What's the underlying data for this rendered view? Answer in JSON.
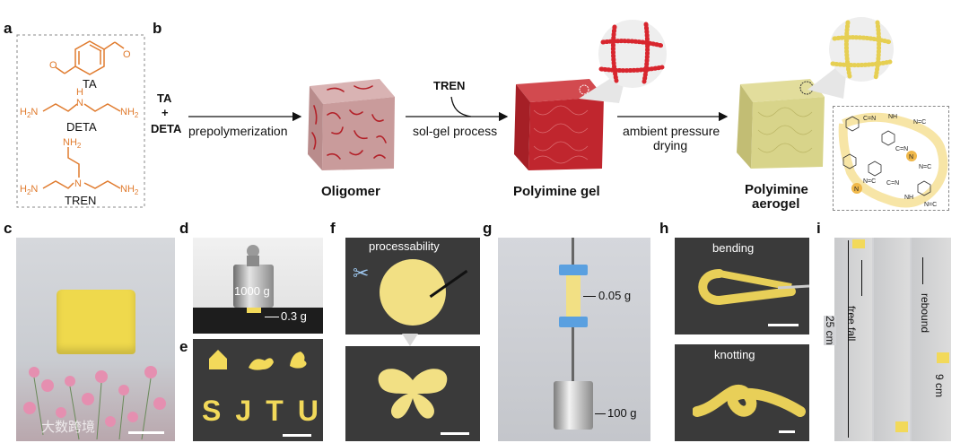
{
  "colors": {
    "orange": "#e07b2e",
    "gel_red": "#c8232b",
    "aerogel_yellow": "#e8df8e",
    "photo_dark": "#3a3a3a",
    "sample_yellow": "#f2d95a"
  },
  "panel_labels": {
    "a": "a",
    "b": "b",
    "c": "c",
    "d": "d",
    "e": "e",
    "f": "f",
    "g": "g",
    "h": "h",
    "i": "i"
  },
  "panel_a": {
    "ta": "TA",
    "deta": "DETA",
    "tren": "TREN",
    "nh2": "NH",
    "sub2": "2",
    "h2n": "H",
    "n": "N",
    "h": "H",
    "o": "O"
  },
  "panel_b": {
    "reactants_ta": "TA",
    "plus": "+",
    "reactants_deta": "DETA",
    "step1": "prepolymerization",
    "tren": "TREN",
    "step2": "sol-gel process",
    "step3_line1": "ambient pressure",
    "step3_line2": "drying",
    "oligomer": "Oligomer",
    "gel": "Polyimine gel",
    "aerogel_line1": "Polyimine",
    "aerogel_line2": "aerogel",
    "bond_labels": [
      "C=N",
      "NH",
      "N=C",
      "C=N",
      "N",
      "N=C",
      "N",
      "N=C",
      "C=N",
      "NH",
      "N=C"
    ]
  },
  "panel_d": {
    "weight": "1000 g",
    "sample": "0.3 g"
  },
  "panel_e": {
    "letters": [
      "S",
      "J",
      "T",
      "U"
    ]
  },
  "panel_f": {
    "title": "processability"
  },
  "panel_g": {
    "sample": "0.05 g",
    "weight": "100 g"
  },
  "panel_h": {
    "top": "bending",
    "bottom": "knotting"
  },
  "panel_i": {
    "free_fall": "free fall",
    "rebound": "rebound",
    "height": "25 cm",
    "rebound_height": "9 cm"
  },
  "watermark": "大数跨境"
}
